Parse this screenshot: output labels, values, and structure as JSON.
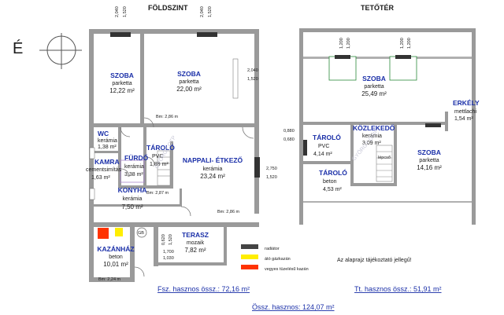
{
  "floors": {
    "ground": "FÖLDSZINT",
    "attic": "TETŐTÉR"
  },
  "north": "É",
  "dims": {
    "d1a": "2,040",
    "d1b": "1,520",
    "d2a": "2,040",
    "d2b": "1,520",
    "d3a": "2,040",
    "d3b": "1,520",
    "d4a": "0,880",
    "d4b": "0,680",
    "d5a": "2,750",
    "d5b": "1,520",
    "d6a": "1,200",
    "d6b": "1,200",
    "d7a": "1,200",
    "d7b": "1,200",
    "d8a": "0,620",
    "d8b": "1,520",
    "d8c": "1,700",
    "d8d": "1,030"
  },
  "rooms": {
    "szoba1": {
      "name": "SZOBA",
      "floor": "parketta",
      "area": "12,22 m²"
    },
    "szoba2": {
      "name": "SZOBA",
      "floor": "parketta",
      "area": "22,00 m²",
      "bm": "Bm: 2,86 m"
    },
    "wc": {
      "name": "WC",
      "floor": "kerámia",
      "area": "1,38 m²"
    },
    "kamra": {
      "name": "KAMRA",
      "floor": "cementsimítás",
      "area": "1,63 m²"
    },
    "furdo": {
      "name": "FÜRDŐ",
      "floor": "kerámia",
      "area": "3,38 m²"
    },
    "tarolo1": {
      "name": "TÁROLÓ",
      "floor": "PVC",
      "area": "1,89 m²"
    },
    "nappali": {
      "name": "NAPPALI- ÉTKEZŐ",
      "floor": "kerámia",
      "area": "23,24 m²"
    },
    "konyha": {
      "name": "KONYHA",
      "floor": "kerámia",
      "area": "7,50 m²",
      "bm": "Bm: 2,87 m"
    },
    "kazanhaz": {
      "name": "KAZÁNHÁZ",
      "floor": "beton",
      "area": "10,01 m²",
      "bm": "Bm: 2,24 m"
    },
    "terasz": {
      "name": "TERASZ",
      "floor": "mozaik",
      "area": "7,82 m²"
    },
    "nappali_bm": "Bm: 2,86 m",
    "szoba3": {
      "name": "SZOBA",
      "floor": "parketta",
      "area": "25,49 m²"
    },
    "erkely": {
      "name": "ERKÉLY",
      "floor": "mettlachi",
      "area": "1,54 m²"
    },
    "kozlekedo": {
      "name": "KÖZLEKEDŐ",
      "floor": "kerámia",
      "area": "3,09 m²"
    },
    "tarolo2": {
      "name": "TÁROLÓ",
      "floor": "PVC",
      "area": "4,14 m²"
    },
    "tarolo3": {
      "name": "TÁROLÓ",
      "floor": "beton",
      "area": "4,53 m²"
    },
    "szoba4": {
      "name": "SZOBA",
      "floor": "parketta",
      "area": "14,16 m²"
    },
    "lepcso": "lépcső",
    "gb": "GB"
  },
  "legend": {
    "radiator": "radiátor",
    "gaz": "átó gázkazán",
    "vegyes": "vegyes tüzelésű kazán",
    "colors": {
      "radiator": "#444444",
      "gaz": "#ffee00",
      "vegyes": "#ff3300"
    }
  },
  "note": "Az alaprajz tájékoztató jellegű!",
  "totals": {
    "ground": "Fsz. hasznos össz.: 72,16 m²",
    "attic": "Tt. hasznos össz.: 51,91 m²",
    "all": "Össz. hasznos: 124,07 m²"
  },
  "watermark": "GYÖRGY OTP"
}
